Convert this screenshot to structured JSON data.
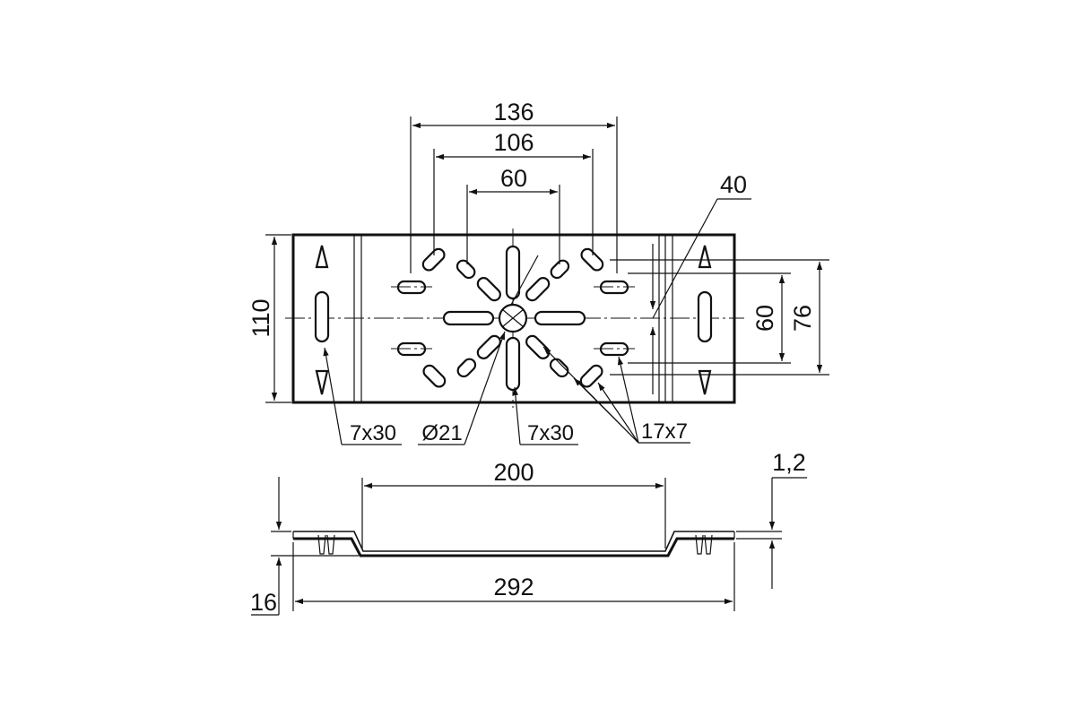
{
  "colors": {
    "ink": "#111111",
    "background": "#ffffff"
  },
  "dimensions": {
    "d136": "136",
    "d106": "106",
    "d60_top": "60",
    "d40": "40",
    "d110": "110",
    "d60_right": "60",
    "d76": "76",
    "slot_7x30_left": "7x30",
    "hole_d21": "Ø21",
    "slot_7x30_center": "7x30",
    "slot_17x7": "17x7",
    "d200": "200",
    "d1_2": "1,2",
    "d16": "16",
    "d292": "292"
  }
}
